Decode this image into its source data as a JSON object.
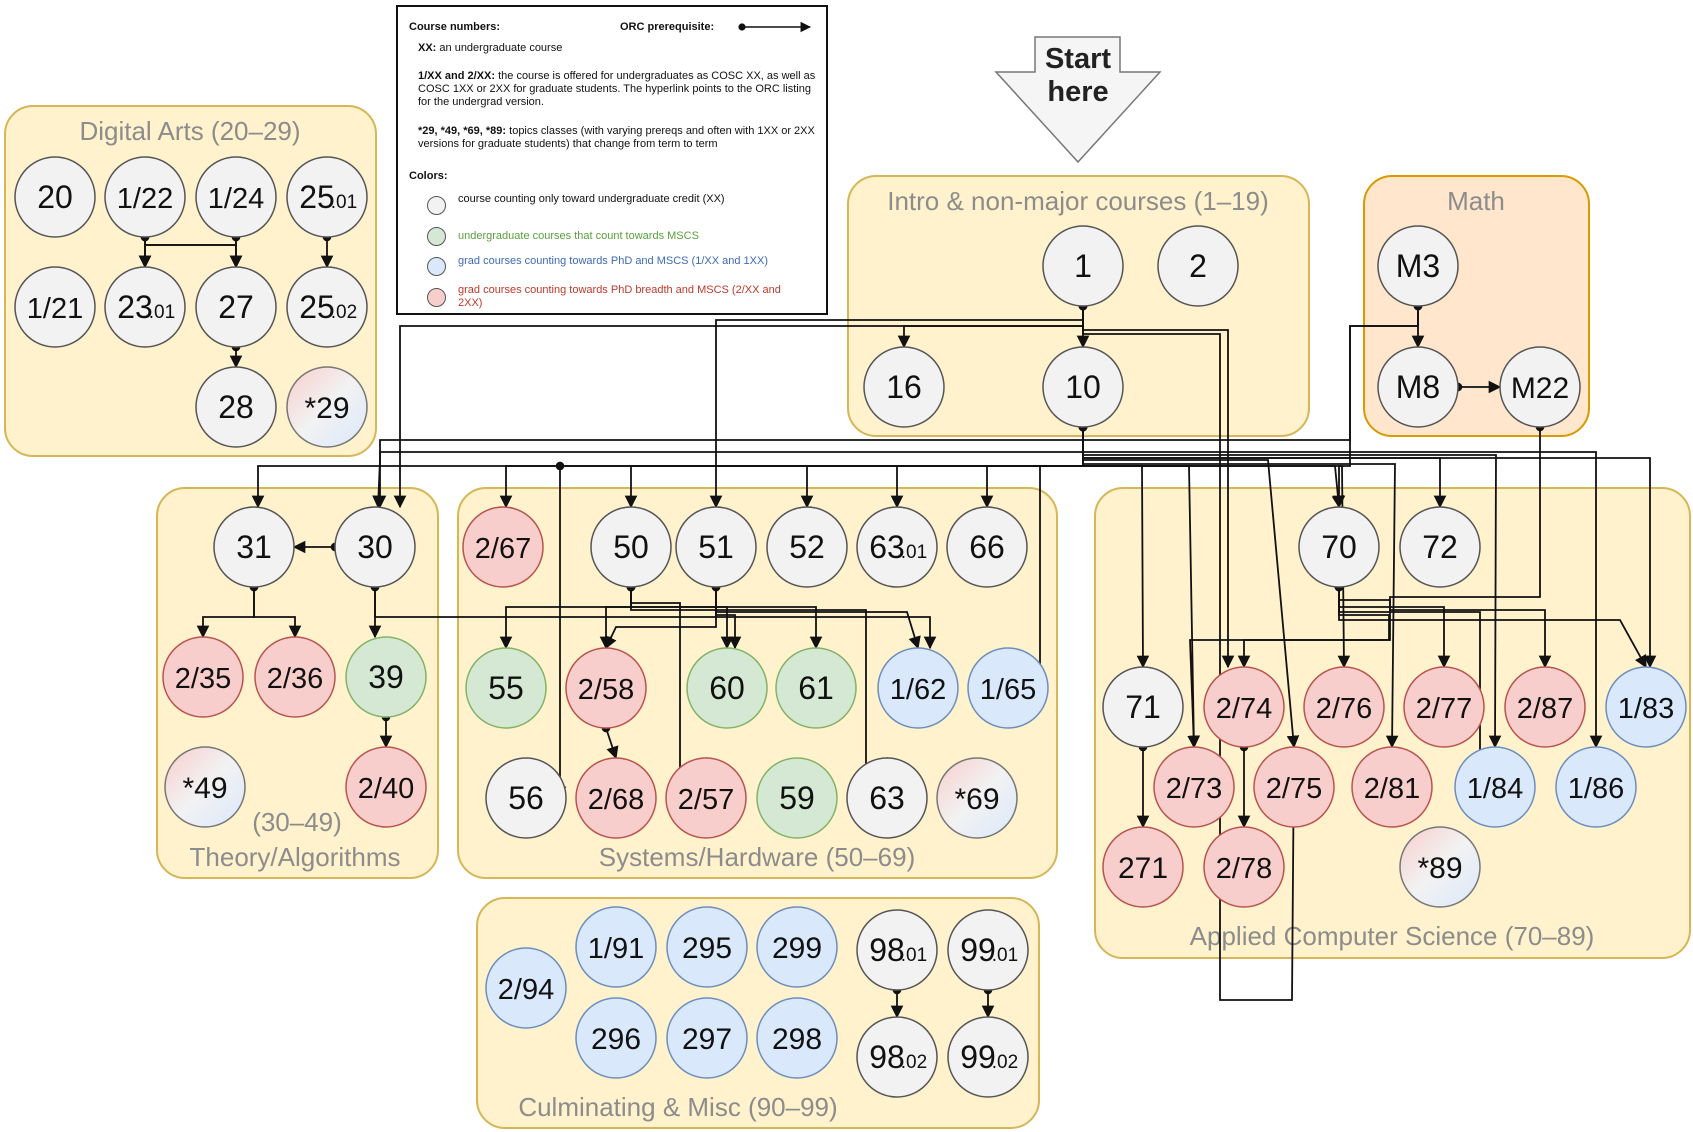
{
  "legend": {
    "course_numbers_heading": "Course numbers:",
    "orc_heading": "ORC prerequisite:",
    "xx_term": "XX:",
    "xx_desc": "an undergraduate course",
    "dual_term": "1/XX and 2/XX:",
    "dual_desc": "the course is offered for undergraduates as COSC XX, as well as COSC 1XX or 2XX for graduate students. The hyperlink points to the ORC listing for the undergrad version.",
    "topics_term": "*29, *49, *69, *89:",
    "topics_desc": "topics classes (with varying prereqs and often with 1XX or 2XX versions for graduate students) that change from term to term",
    "colors_heading": "Colors:",
    "color_items": [
      {
        "text": "course counting only toward undergraduate credit (XX)",
        "fill": "#f2f2f2",
        "textcolor": "#111111"
      },
      {
        "text": "undergraduate courses that count towards MSCS",
        "fill": "#d5e8d4",
        "textcolor": "#5a9e3c"
      },
      {
        "text": "grad courses counting towards PhD and MSCS (1/XX and 1XX)",
        "fill": "#dae8fc",
        "textcolor": "#3d6ab3"
      },
      {
        "text": "grad courses counting towards PhD breadth and MSCS (2/XX and 2XX)",
        "fill": "#f8cecc",
        "textcolor": "#c0392b"
      }
    ]
  },
  "start": {
    "line1": "Start",
    "line2": "here"
  },
  "colors": {
    "gray": "#f2f2f2",
    "green": "#d5e8d4",
    "blue": "#dae8fc",
    "red": "#f8cecc",
    "box_fill": "#fff2cc",
    "box_stroke": "#d6b656",
    "math_fill": "#ffe6cc",
    "math_stroke": "#d79b00"
  },
  "groups": [
    {
      "id": "digital",
      "title": "Digital Arts (20–29)"
    },
    {
      "id": "intro",
      "title": "Intro & non-major courses (1–19)"
    },
    {
      "id": "math",
      "title": "Math"
    },
    {
      "id": "theory",
      "title": "Theory/Algorithms",
      "range": "(30–49)"
    },
    {
      "id": "systems",
      "title": "Systems/Hardware (50–69)"
    },
    {
      "id": "applied",
      "title": "Applied Computer Science (70–89)"
    },
    {
      "id": "culm",
      "title": "Culminating & Misc (90–99)"
    }
  ],
  "nodes": [
    {
      "id": "n20",
      "label": "20",
      "color": "gray"
    },
    {
      "id": "n1_22",
      "label": "1/22",
      "color": "gray"
    },
    {
      "id": "n1_24",
      "label": "1/24",
      "color": "gray"
    },
    {
      "id": "n25_01",
      "label": "25",
      "sub": ".01",
      "color": "gray"
    },
    {
      "id": "n1_21",
      "label": "1/21",
      "color": "gray"
    },
    {
      "id": "n23_01",
      "label": "23",
      "sub": ".01",
      "color": "gray"
    },
    {
      "id": "n27",
      "label": "27",
      "color": "gray"
    },
    {
      "id": "n25_02",
      "label": "25",
      "sub": ".02",
      "color": "gray"
    },
    {
      "id": "n28",
      "label": "28",
      "color": "gray"
    },
    {
      "id": "n29",
      "label": "*29",
      "color": "topic"
    },
    {
      "id": "n1",
      "label": "1",
      "color": "gray"
    },
    {
      "id": "n2",
      "label": "2",
      "color": "gray"
    },
    {
      "id": "n16",
      "label": "16",
      "color": "gray"
    },
    {
      "id": "n10",
      "label": "10",
      "color": "gray"
    },
    {
      "id": "nM3",
      "label": "M3",
      "color": "gray"
    },
    {
      "id": "nM8",
      "label": "M8",
      "color": "gray"
    },
    {
      "id": "nM22",
      "label": "M22",
      "color": "gray"
    },
    {
      "id": "n31",
      "label": "31",
      "color": "gray"
    },
    {
      "id": "n30",
      "label": "30",
      "color": "gray"
    },
    {
      "id": "n2_35",
      "label": "2/35",
      "color": "red"
    },
    {
      "id": "n2_36",
      "label": "2/36",
      "color": "red"
    },
    {
      "id": "n39",
      "label": "39",
      "color": "green"
    },
    {
      "id": "n49",
      "label": "*49",
      "color": "topic"
    },
    {
      "id": "n2_40",
      "label": "2/40",
      "color": "red"
    },
    {
      "id": "n2_67",
      "label": "2/67",
      "color": "red"
    },
    {
      "id": "n50",
      "label": "50",
      "color": "gray"
    },
    {
      "id": "n51",
      "label": "51",
      "color": "gray"
    },
    {
      "id": "n52",
      "label": "52",
      "color": "gray"
    },
    {
      "id": "n63_01",
      "label": "63",
      "sub": ".01",
      "color": "gray"
    },
    {
      "id": "n66",
      "label": "66",
      "color": "gray"
    },
    {
      "id": "n55",
      "label": "55",
      "color": "green"
    },
    {
      "id": "n2_58",
      "label": "2/58",
      "color": "red"
    },
    {
      "id": "n60",
      "label": "60",
      "color": "green"
    },
    {
      "id": "n61",
      "label": "61",
      "color": "green"
    },
    {
      "id": "n1_62",
      "label": "1/62",
      "color": "blue"
    },
    {
      "id": "n1_65",
      "label": "1/65",
      "color": "blue"
    },
    {
      "id": "n56",
      "label": "56",
      "color": "gray"
    },
    {
      "id": "n2_68",
      "label": "2/68",
      "color": "red"
    },
    {
      "id": "n2_57",
      "label": "2/57",
      "color": "red"
    },
    {
      "id": "n59",
      "label": "59",
      "color": "green"
    },
    {
      "id": "n63",
      "label": "63",
      "color": "gray"
    },
    {
      "id": "n69",
      "label": "*69",
      "color": "topic"
    },
    {
      "id": "n70",
      "label": "70",
      "color": "gray"
    },
    {
      "id": "n72",
      "label": "72",
      "color": "gray"
    },
    {
      "id": "n71",
      "label": "71",
      "color": "gray"
    },
    {
      "id": "n2_74",
      "label": "2/74",
      "color": "red"
    },
    {
      "id": "n2_76",
      "label": "2/76",
      "color": "red"
    },
    {
      "id": "n2_77",
      "label": "2/77",
      "color": "red"
    },
    {
      "id": "n2_87",
      "label": "2/87",
      "color": "red"
    },
    {
      "id": "n1_83",
      "label": "1/83",
      "color": "blue"
    },
    {
      "id": "n2_73",
      "label": "2/73",
      "color": "red"
    },
    {
      "id": "n2_75",
      "label": "2/75",
      "color": "red"
    },
    {
      "id": "n2_81",
      "label": "2/81",
      "color": "red"
    },
    {
      "id": "n1_84",
      "label": "1/84",
      "color": "blue"
    },
    {
      "id": "n1_86",
      "label": "1/86",
      "color": "blue"
    },
    {
      "id": "n271",
      "label": "271",
      "color": "red"
    },
    {
      "id": "n2_78",
      "label": "2/78",
      "color": "red"
    },
    {
      "id": "n89",
      "label": "*89",
      "color": "topic"
    },
    {
      "id": "n2_94",
      "label": "2/94",
      "color": "blue"
    },
    {
      "id": "n1_91",
      "label": "1/91",
      "color": "blue"
    },
    {
      "id": "n295",
      "label": "295",
      "color": "blue"
    },
    {
      "id": "n299",
      "label": "299",
      "color": "blue"
    },
    {
      "id": "n296",
      "label": "296",
      "color": "blue"
    },
    {
      "id": "n297",
      "label": "297",
      "color": "blue"
    },
    {
      "id": "n298",
      "label": "298",
      "color": "blue"
    },
    {
      "id": "n98_01",
      "label": "98",
      "sub": ".01",
      "color": "gray"
    },
    {
      "id": "n99_01",
      "label": "99",
      "sub": ".01",
      "color": "gray"
    },
    {
      "id": "n98_02",
      "label": "98",
      "sub": ".02",
      "color": "gray"
    },
    {
      "id": "n99_02",
      "label": "99",
      "sub": ".02",
      "color": "gray"
    }
  ]
}
